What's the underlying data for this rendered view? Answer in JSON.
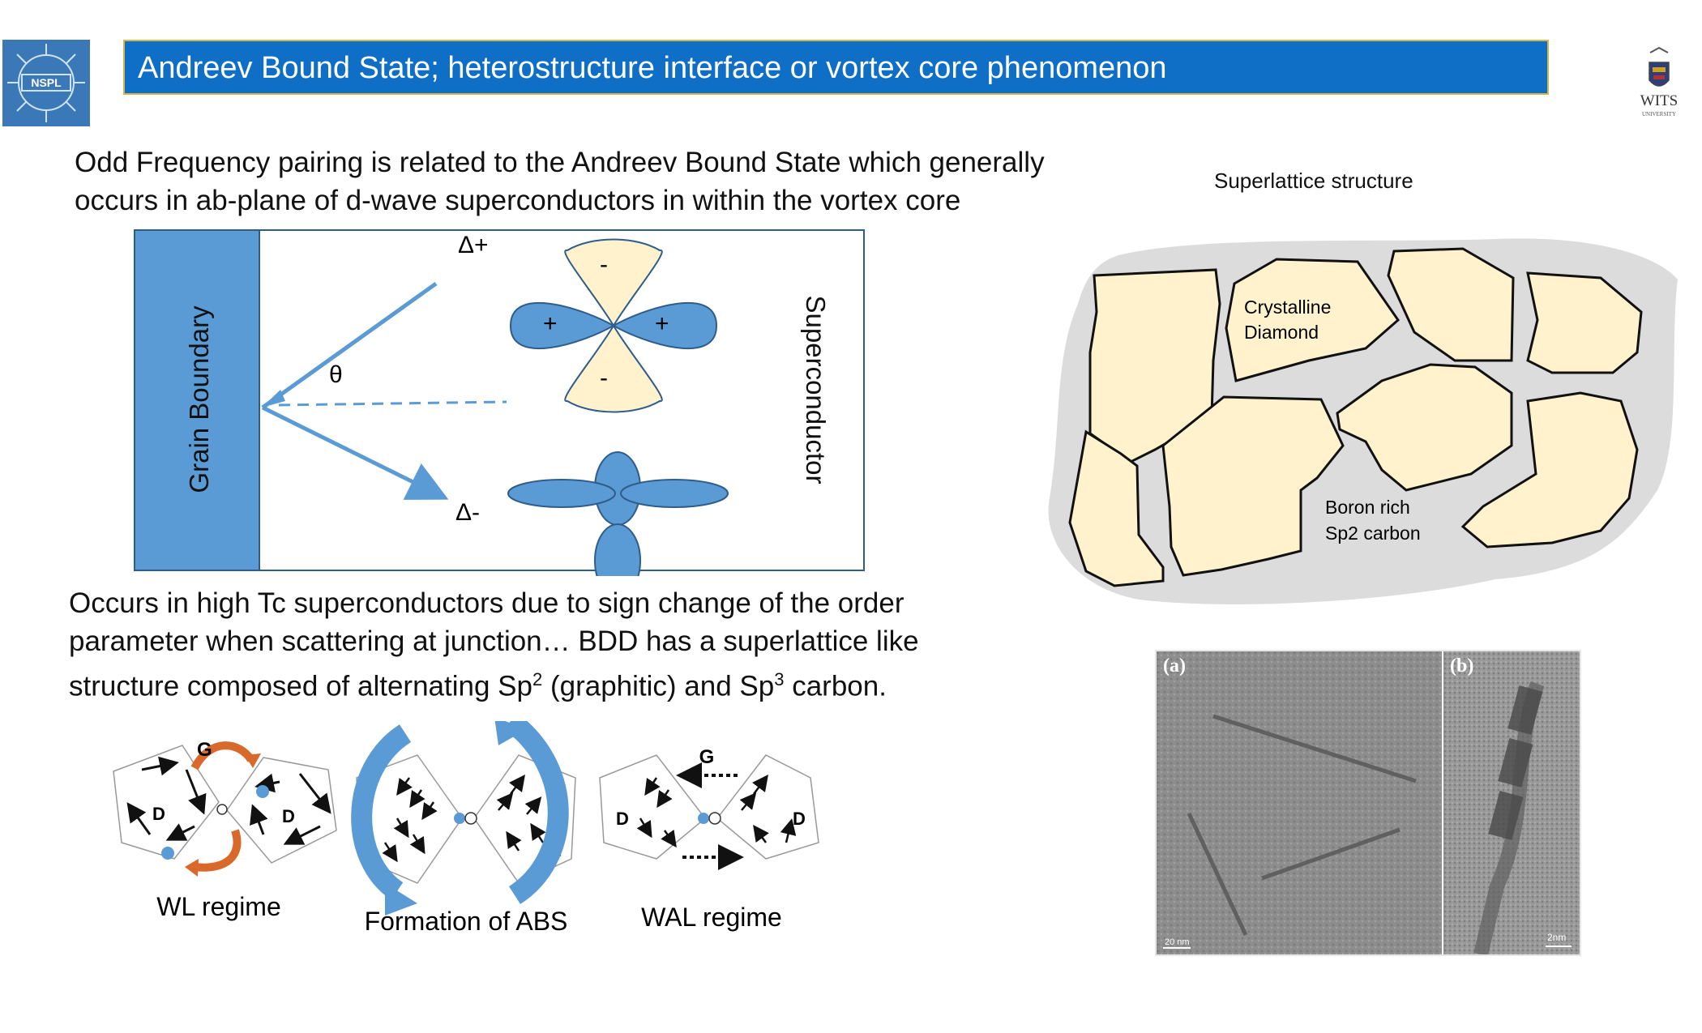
{
  "title": "Andreev Bound State; heterostructure interface or vortex core phenomenon",
  "logos": {
    "left": "NSPL",
    "right": "WITS",
    "right_sub": "UNIVERSITY"
  },
  "intro": {
    "line1": "Odd Frequency pairing is related to the Andreev Bound State which generally",
    "line2": "occurs in ab-plane of d-wave superconductors in within the vortex core"
  },
  "diagram": {
    "grain_boundary": "Grain Boundary",
    "superconductor": "Superconductor",
    "delta_plus": "Δ+",
    "delta_minus": "Δ-",
    "theta": "θ",
    "lobe_plus": "+",
    "lobe_minus": "-"
  },
  "para2": {
    "line1": "Occurs in high Tc superconductors due to sign change of the order",
    "line2": "parameter when scattering at junction… BDD has a superlattice like",
    "line3_a": "structure composed of alternating Sp",
    "line3_sup1": "2",
    "line3_b": " (graphitic) and Sp",
    "line3_sup2": "3",
    "line3_c": " carbon."
  },
  "regimes": {
    "wl": "WL regime",
    "abs": "Formation of ABS",
    "wal": "WAL regime",
    "g": "G",
    "d": "D"
  },
  "superlattice": {
    "title": "Superlattice structure",
    "crystal_line1": "Crystalline",
    "crystal_line2": "Diamond",
    "boron_line1": "Boron rich",
    "boron_line2": "Sp2 carbon"
  },
  "tem": {
    "a": "(a)",
    "b": "(b)",
    "scale_a": "20 nm",
    "scale_b": "2nm"
  },
  "colors": {
    "accent_blue": "#0f6fc6",
    "lobe_blue": "#5b9bd5",
    "cream": "#fff2cc",
    "orange": "#d9692a"
  }
}
